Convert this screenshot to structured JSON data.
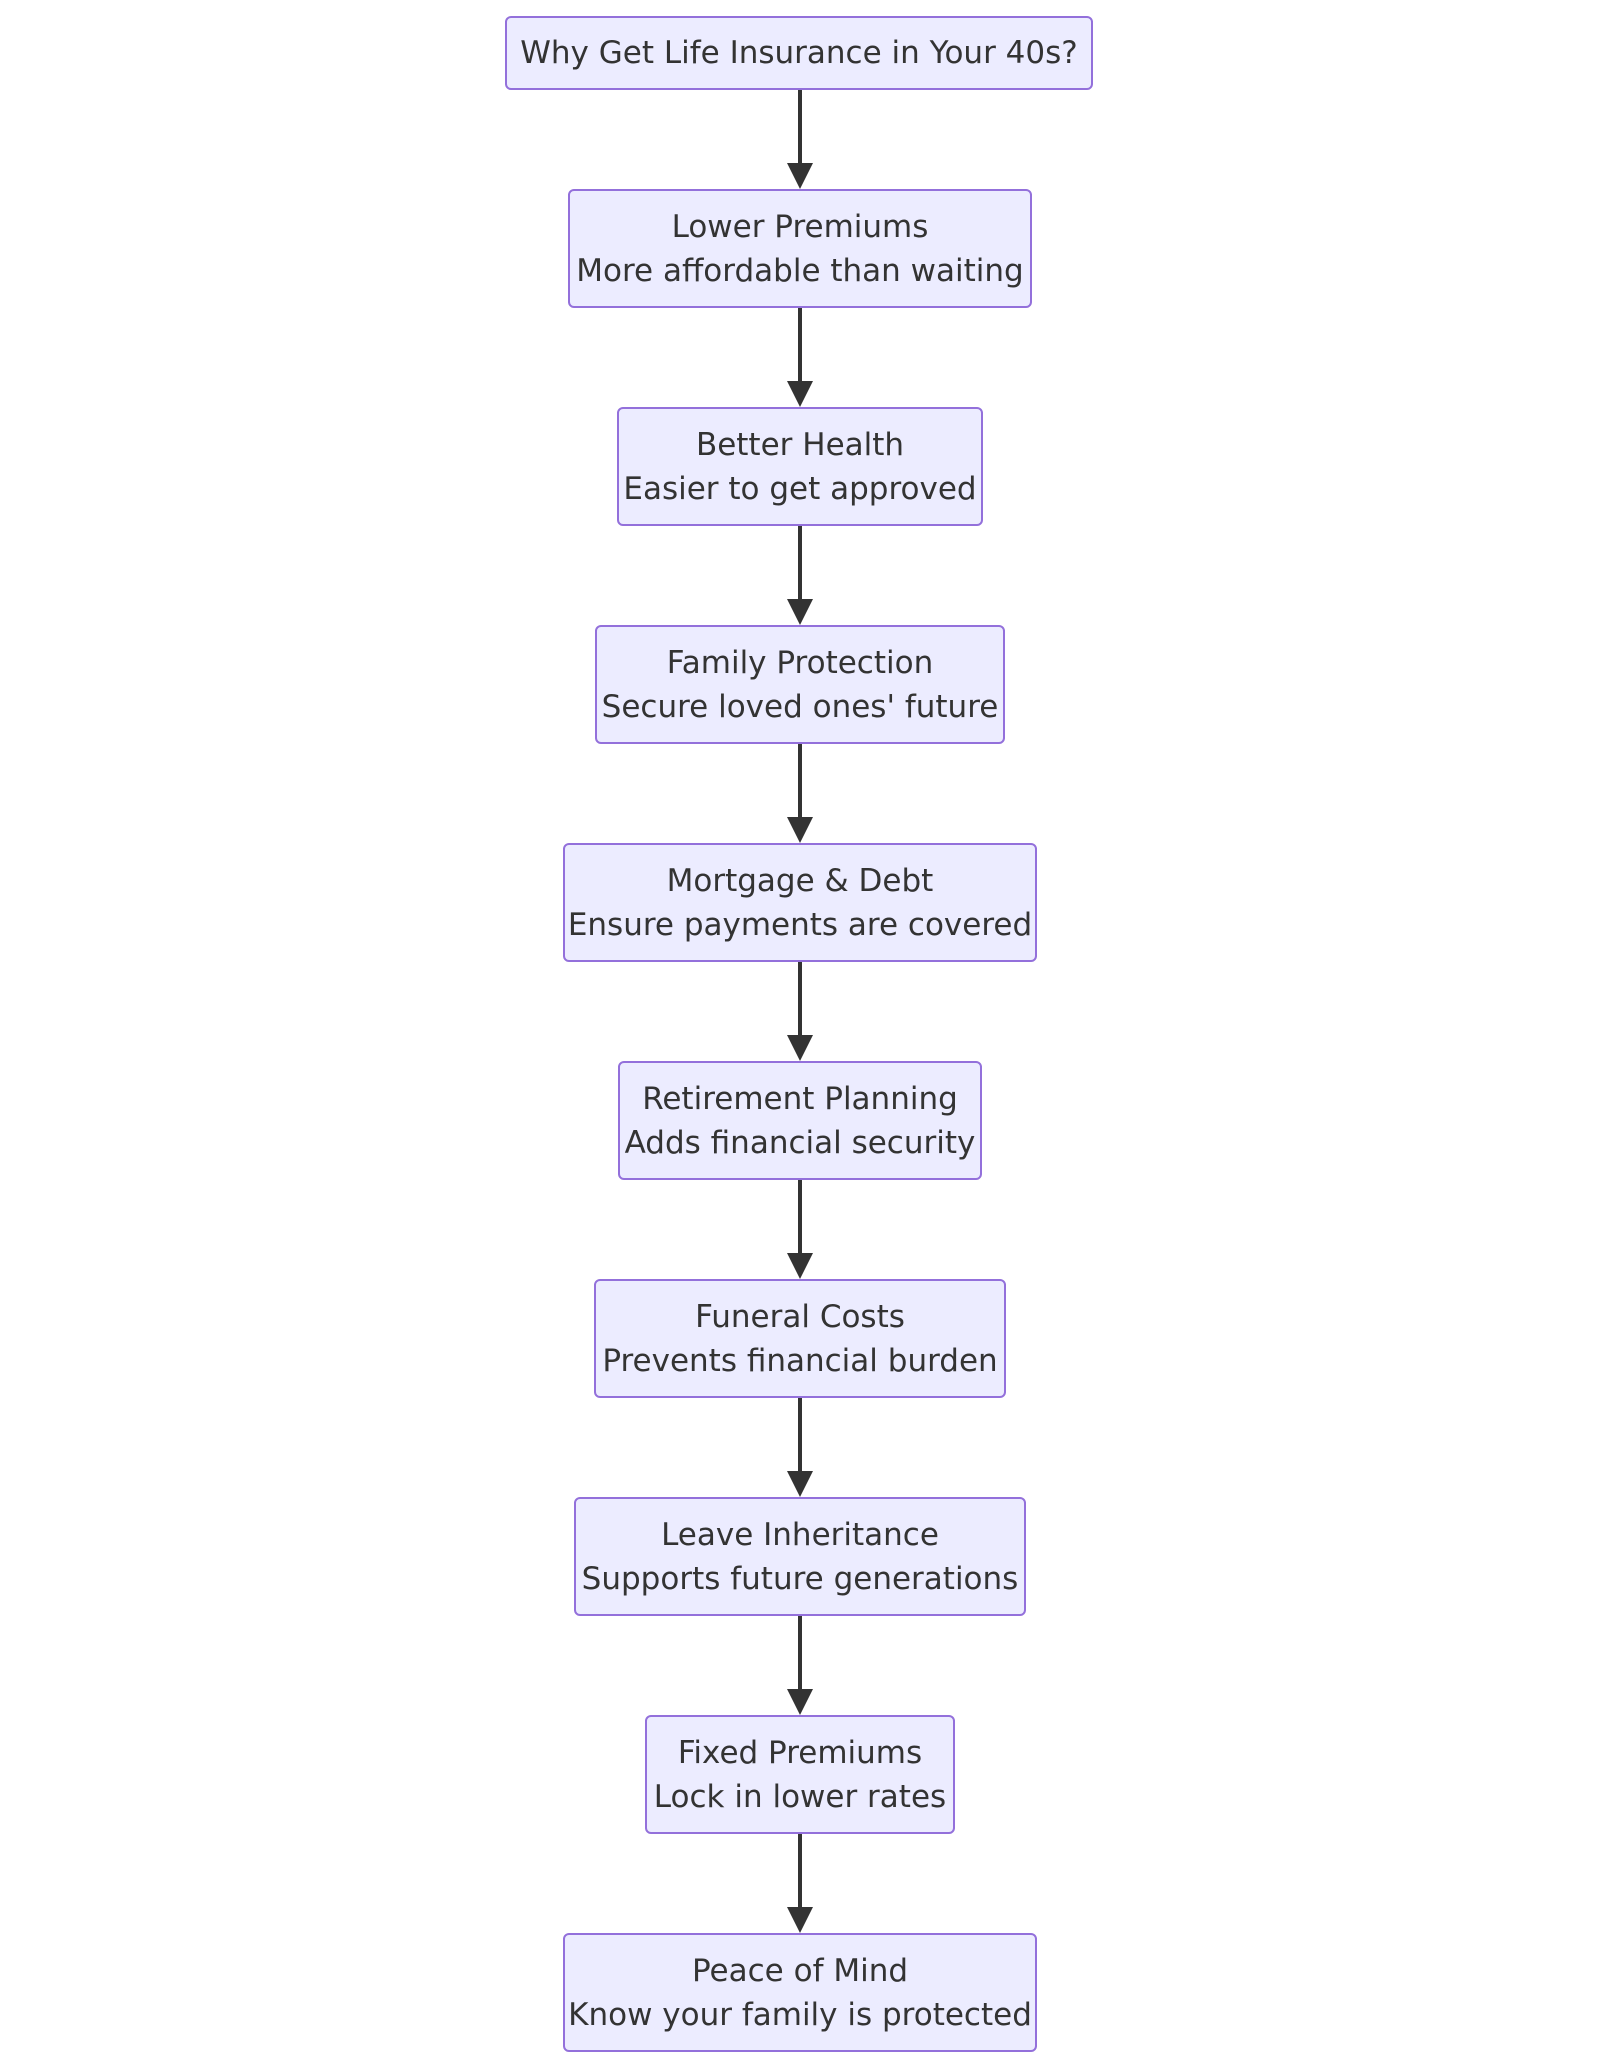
{
  "diagram": {
    "type": "flowchart",
    "direction": "top-to-bottom",
    "colors": {
      "node_fill": "#ECECFF",
      "node_border": "#9370DB",
      "edge": "#333333",
      "text": "#333333"
    },
    "nodes": [
      {
        "id": "root",
        "line1": "Why Get Life Insurance in Your 40s?",
        "line2": ""
      },
      {
        "id": "lower-premiums",
        "line1": "Lower Premiums",
        "line2": "More affordable than waiting"
      },
      {
        "id": "better-health",
        "line1": "Better Health",
        "line2": "Easier to get approved"
      },
      {
        "id": "family-protection",
        "line1": "Family Protection",
        "line2": "Secure loved ones' future"
      },
      {
        "id": "mortgage-debt",
        "line1": "Mortgage & Debt",
        "line2": "Ensure payments are covered"
      },
      {
        "id": "retirement-planning",
        "line1": "Retirement Planning",
        "line2": "Adds financial security"
      },
      {
        "id": "funeral-costs",
        "line1": "Funeral Costs",
        "line2": "Prevents financial burden"
      },
      {
        "id": "leave-inheritance",
        "line1": "Leave Inheritance",
        "line2": "Supports future generations"
      },
      {
        "id": "fixed-premiums",
        "line1": "Fixed Premiums",
        "line2": "Lock in lower rates"
      },
      {
        "id": "peace-of-mind",
        "line1": "Peace of Mind",
        "line2": "Know your family is protected"
      }
    ],
    "edges": [
      {
        "from": "root",
        "to": "lower-premiums"
      },
      {
        "from": "lower-premiums",
        "to": "better-health"
      },
      {
        "from": "better-health",
        "to": "family-protection"
      },
      {
        "from": "family-protection",
        "to": "mortgage-debt"
      },
      {
        "from": "mortgage-debt",
        "to": "retirement-planning"
      },
      {
        "from": "retirement-planning",
        "to": "funeral-costs"
      },
      {
        "from": "funeral-costs",
        "to": "leave-inheritance"
      },
      {
        "from": "leave-inheritance",
        "to": "fixed-premiums"
      },
      {
        "from": "fixed-premiums",
        "to": "peace-of-mind"
      }
    ]
  }
}
